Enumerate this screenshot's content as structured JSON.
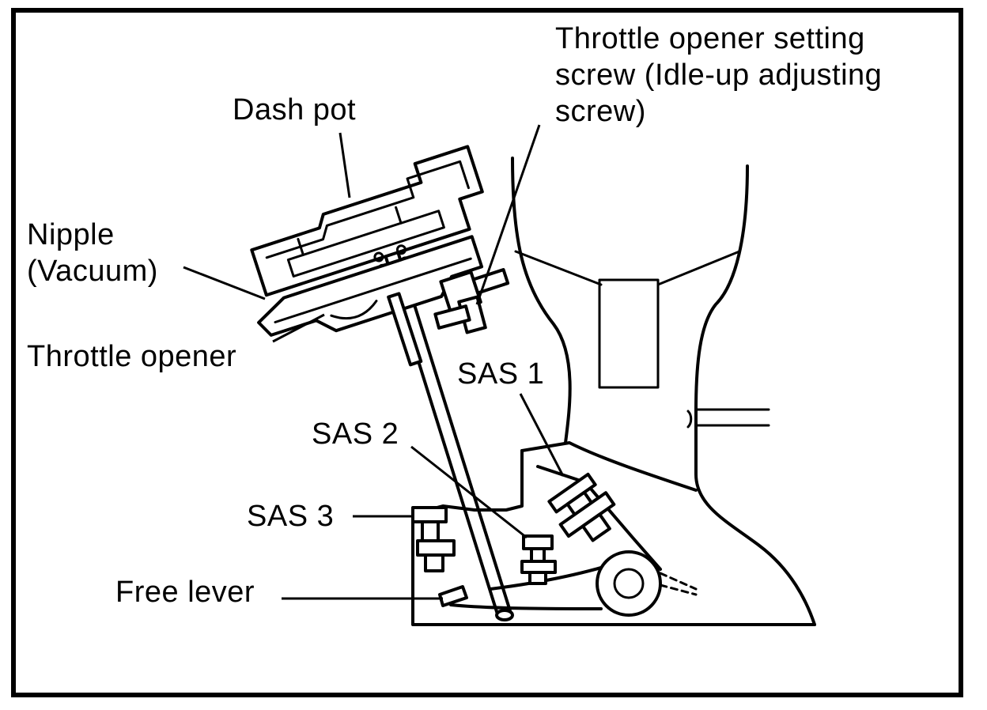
{
  "labels": {
    "dash_pot": "Dash pot",
    "throttle_opener_setting_screw": [
      "Throttle opener setting",
      "screw (Idle-up adjusting",
      "screw)"
    ],
    "nipple": [
      "Nipple",
      "(Vacuum)"
    ],
    "throttle_opener": "Throttle opener",
    "sas1": "SAS 1",
    "sas2": "SAS 2",
    "sas3": "SAS 3",
    "free_lever": "Free lever"
  }
}
